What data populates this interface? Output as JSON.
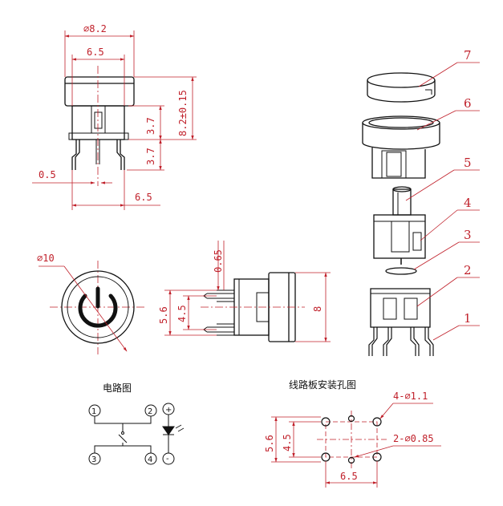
{
  "front_view": {
    "dim_outer_dia": "⌀8.2",
    "dim_body_width": "6.5",
    "dim_height": "8.2±0.15",
    "dim_upper": "3.7",
    "dim_lower": "3.7",
    "dim_pin": "0.5",
    "dim_pin_pitch": "6.5"
  },
  "top_view": {
    "dim_cap_dia": "⌀10"
  },
  "side_view": {
    "dim_lead": "0.65",
    "dim_outer_pitch": "5.6",
    "dim_inner_pitch": "4.5",
    "dim_body": "8"
  },
  "exploded_view": {
    "part_labels": [
      "7",
      "6",
      "5",
      "4",
      "3",
      "2",
      "1"
    ]
  },
  "circuit": {
    "title": "电路图",
    "terminals": [
      "1",
      "2",
      "3",
      "4"
    ],
    "plus_symbol": "+",
    "minus_symbol": "-"
  },
  "pcb_layout": {
    "title": "线路板安装孔图",
    "dim_large_holes": "4-⌀1.1",
    "dim_small_holes": "2-⌀0.85",
    "dim_outer_pitch": "5.6",
    "dim_inner_pitch": "4.5",
    "dim_horizontal_pitch": "6.5"
  }
}
